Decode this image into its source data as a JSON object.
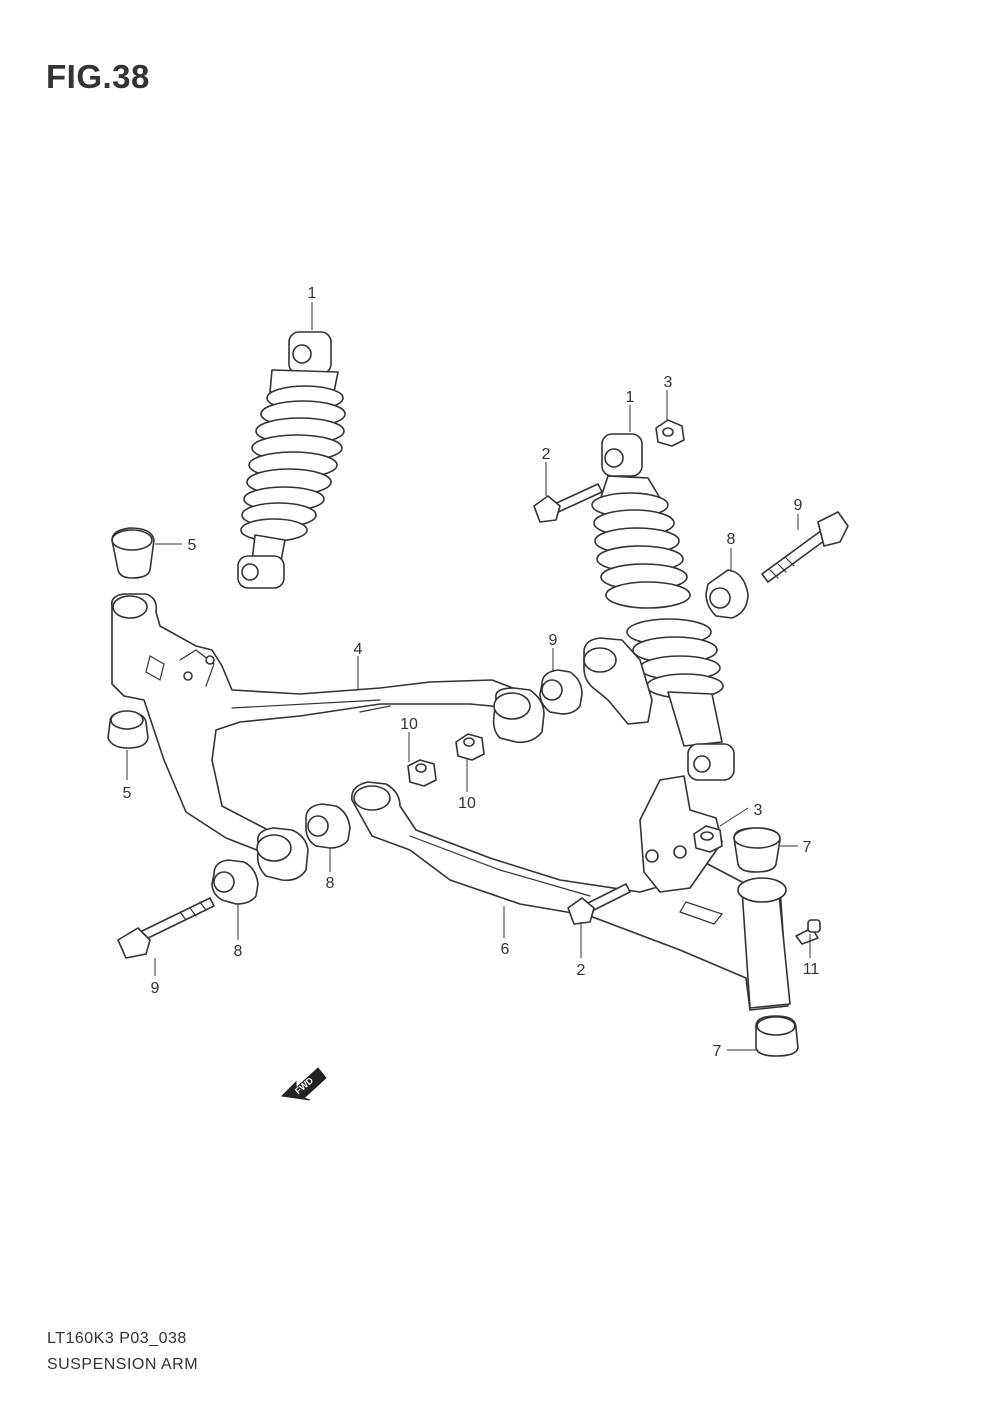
{
  "figure_title": "FIG.38",
  "diagram_code": "LT160K3 P03_038",
  "caption": "SUSPENSION ARM",
  "fwd_label": "FWD",
  "callouts": {
    "c1a": "1",
    "c1b": "1",
    "c2a": "2",
    "c2b": "2",
    "c3a": "3",
    "c3b": "3",
    "c4": "4",
    "c5a": "5",
    "c5b": "5",
    "c6": "6",
    "c7a": "7",
    "c7b": "7",
    "c8a": "8",
    "c8b": "8",
    "c8c": "8",
    "c9a": "9",
    "c9b": "9",
    "c9c": "9",
    "c10a": "10",
    "c10b": "10",
    "c11": "11"
  }
}
